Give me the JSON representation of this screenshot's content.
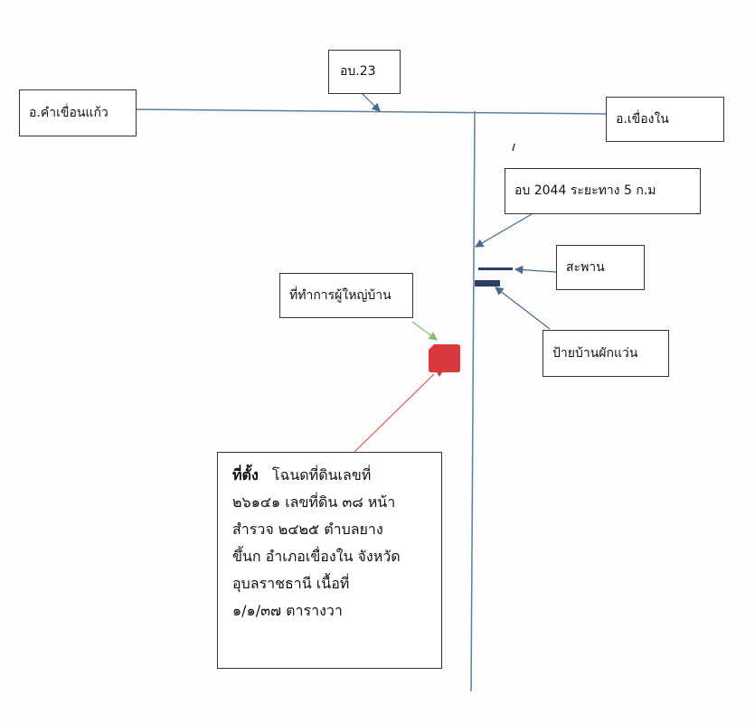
{
  "labels": {
    "left_district": "อ.คำเขื่อนแก้ว",
    "road_23": "อบ.23",
    "right_district": "อ.เขื่องใน",
    "road_2044": "อบ 2044  ระยะทาง 5 ก.ม",
    "bridge": "สะพาน",
    "village_sign": "ป้ายบ้านผักแว่น",
    "headman_office": "ที่ทำการผู้ใหญ่บ้าน"
  },
  "location": {
    "heading": "ที่ตั้ง",
    "line1_rest": "โฉนดที่ดินเลขที่",
    "line2": "๒๖๑๔๑ เลขที่ดิน ๓๘ หน้า",
    "line3": "สำรวจ ๒๔๒๕ ตำบลยาง",
    "line4": "ขึ้นก อำเภอเขื่องใน จังหวัด",
    "line5": "อุบลราชธานี  เนื้อที่",
    "line6": "๑/๑/๓๗ ตารางวา"
  },
  "colors": {
    "road": "#5b7fa6",
    "arrow_blue": "#4a6a8e",
    "marker": "#d8393a",
    "pointer_red": "#d9534f",
    "pointer_green": "#7fbf6a",
    "bridge": "#2a3f63"
  }
}
